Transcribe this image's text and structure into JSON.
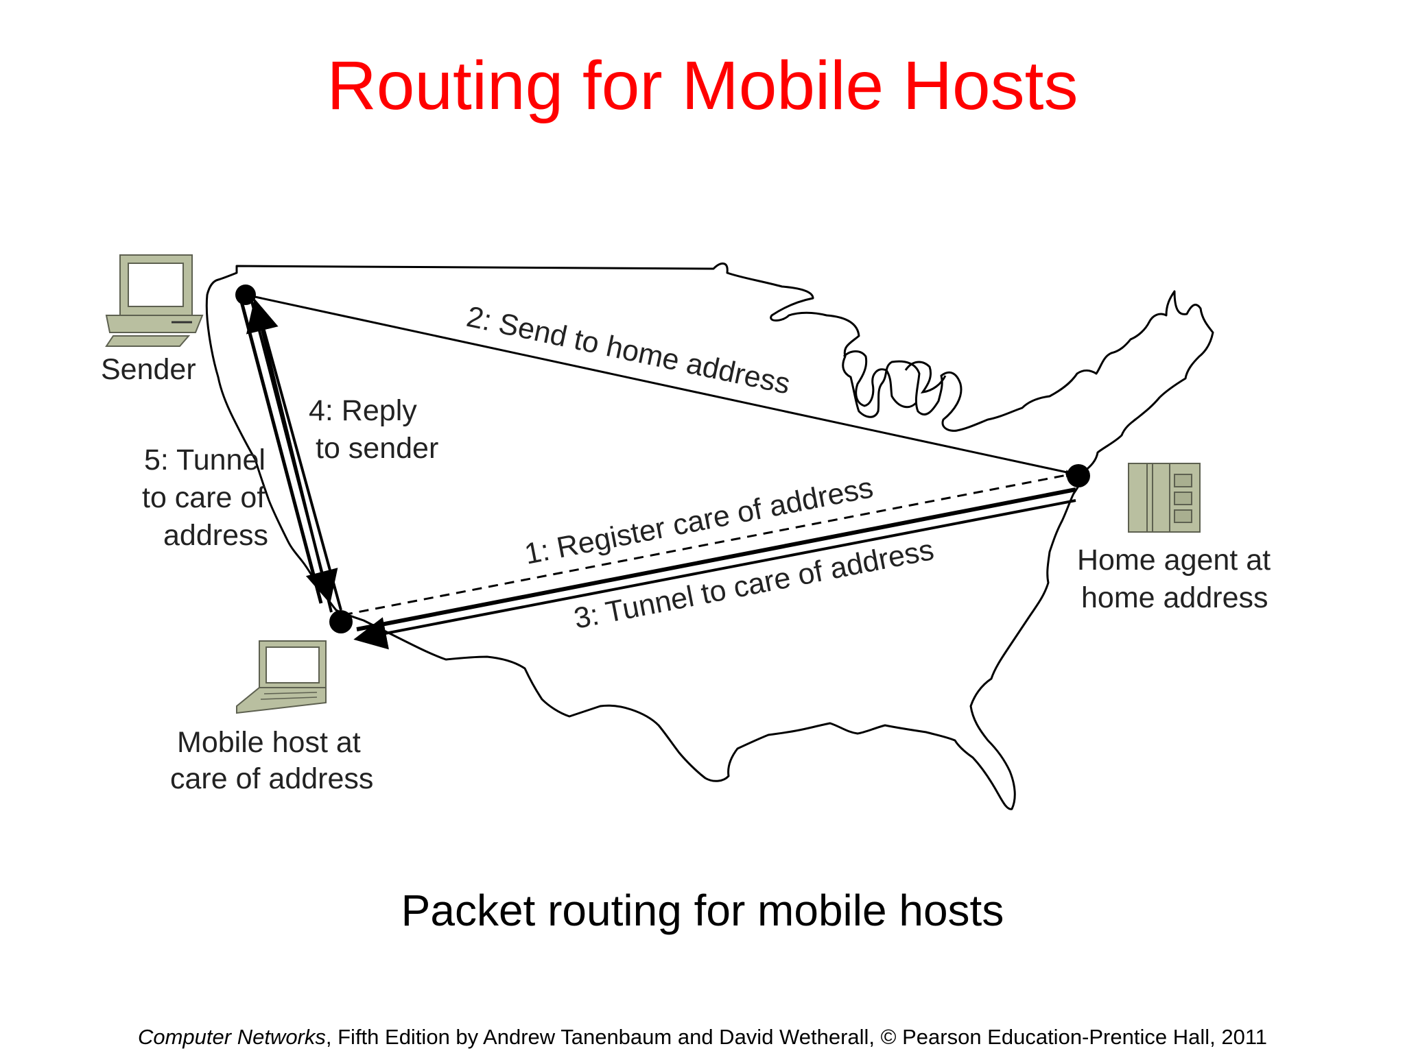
{
  "slide": {
    "title": "Routing for Mobile Hosts",
    "caption": "Packet routing for mobile hosts",
    "footer": {
      "book_title": "Computer Networks",
      "rest": ", Fifth Edition by Andrew Tanenbaum and David Wetherall, © Pearson Education-Prentice Hall, 2011"
    }
  },
  "nodes": {
    "sender": "Sender",
    "home_agent": [
      "Home agent at",
      "home address"
    ],
    "mobile_host": [
      "Mobile host at",
      "care of address"
    ]
  },
  "steps": {
    "step1": "1: Register care of address",
    "step2": "2: Send to home address",
    "step3": "3: Tunnel to care of address",
    "step4": [
      "4: Reply",
      "to sender"
    ],
    "step5": [
      "5: Tunnel",
      "to care of",
      "address"
    ]
  },
  "colors": {
    "title": "#ff0000",
    "equipment": "#b9bfa0",
    "lines": "#000000"
  }
}
